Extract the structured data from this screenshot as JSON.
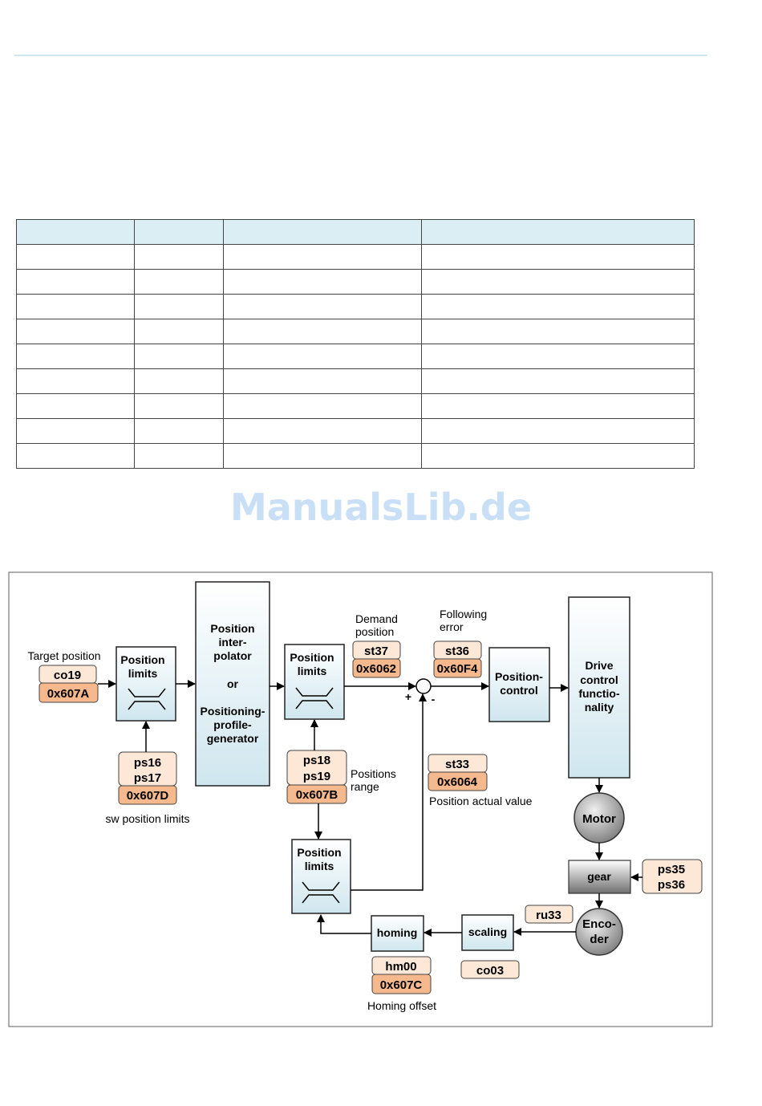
{
  "watermark": "ManualsLib.de",
  "table": {
    "rows": 10,
    "cols": 4
  },
  "diagram": {
    "target_position_label": "Target position",
    "target_codes": [
      "co19",
      "0x607A"
    ],
    "pos_limits_1_label": [
      "Position",
      "limits"
    ],
    "sw_codes": [
      "ps16",
      "ps17",
      "0x607D"
    ],
    "sw_label": "sw position limits",
    "interpolator_label": [
      "Position",
      "inter-",
      "polator",
      "or",
      "Positioning-",
      "profile-",
      "generator"
    ],
    "pos_limits_2_label": [
      "Position",
      "limits"
    ],
    "range_codes": [
      "ps18",
      "ps19",
      "0x607B"
    ],
    "range_label": [
      "Positions",
      "range"
    ],
    "demand_label": [
      "Demand",
      "position"
    ],
    "demand_codes": [
      "st37",
      "0x6062"
    ],
    "following_label": [
      "Following",
      "error"
    ],
    "following_codes": [
      "st36",
      "0x60F4"
    ],
    "plus_sign": "+",
    "minus_sign": "-",
    "pos_control_label": [
      "Position-",
      "control"
    ],
    "drive_label": [
      "Drive",
      "control",
      "functio-",
      "nality"
    ],
    "actual_codes": [
      "st33",
      "0x6064"
    ],
    "actual_label": "Position actual value",
    "motor_label": "Motor",
    "gear_label": "gear",
    "gear_codes": [
      "ps35",
      "ps36"
    ],
    "encoder_label": [
      "Enco-",
      "der"
    ],
    "encoder_code": "ru33",
    "scaling_label": "scaling",
    "scaling_code": "co03",
    "homing_label": "homing",
    "homing_codes": [
      "hm00",
      "0x607C"
    ],
    "homing_offset_label": "Homing offset",
    "pos_limits_3_label": [
      "Position",
      "limits"
    ]
  },
  "colors": {
    "box_gradient_top": "#ffffff",
    "box_gradient_bottom": "#cfe6ee",
    "code_light": "#fde7d6",
    "code_dark": "#f6b98d",
    "table_header": "#daeef3",
    "watermark": "#c9dff6"
  }
}
